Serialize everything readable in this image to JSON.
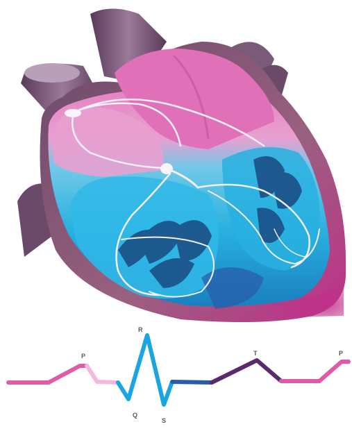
{
  "ecg": {
    "labels": {
      "p1": "P",
      "r": "R",
      "q": "Q",
      "s": "S",
      "t": "T",
      "p2": "P"
    },
    "colors": {
      "atrial": "#e05aa8",
      "atrial_light": "#f4b8dc",
      "ventricular": "#1aa6e0",
      "ventricular_dark": "#2a5aa8",
      "repolarization": "#5a2a6a",
      "label": "#555566"
    }
  },
  "heart": {
    "colors": {
      "vessels": "#7a5a78",
      "vessel_light": "#b8a0b8",
      "atria": "#e070b8",
      "atria_light": "#f0b8dc",
      "ventricles": "#28b0e0",
      "ventricle_deep": "#1a70b0",
      "wall": "#8a5070",
      "apex": "#c0308a",
      "conduction": "#f4f0f4"
    }
  }
}
